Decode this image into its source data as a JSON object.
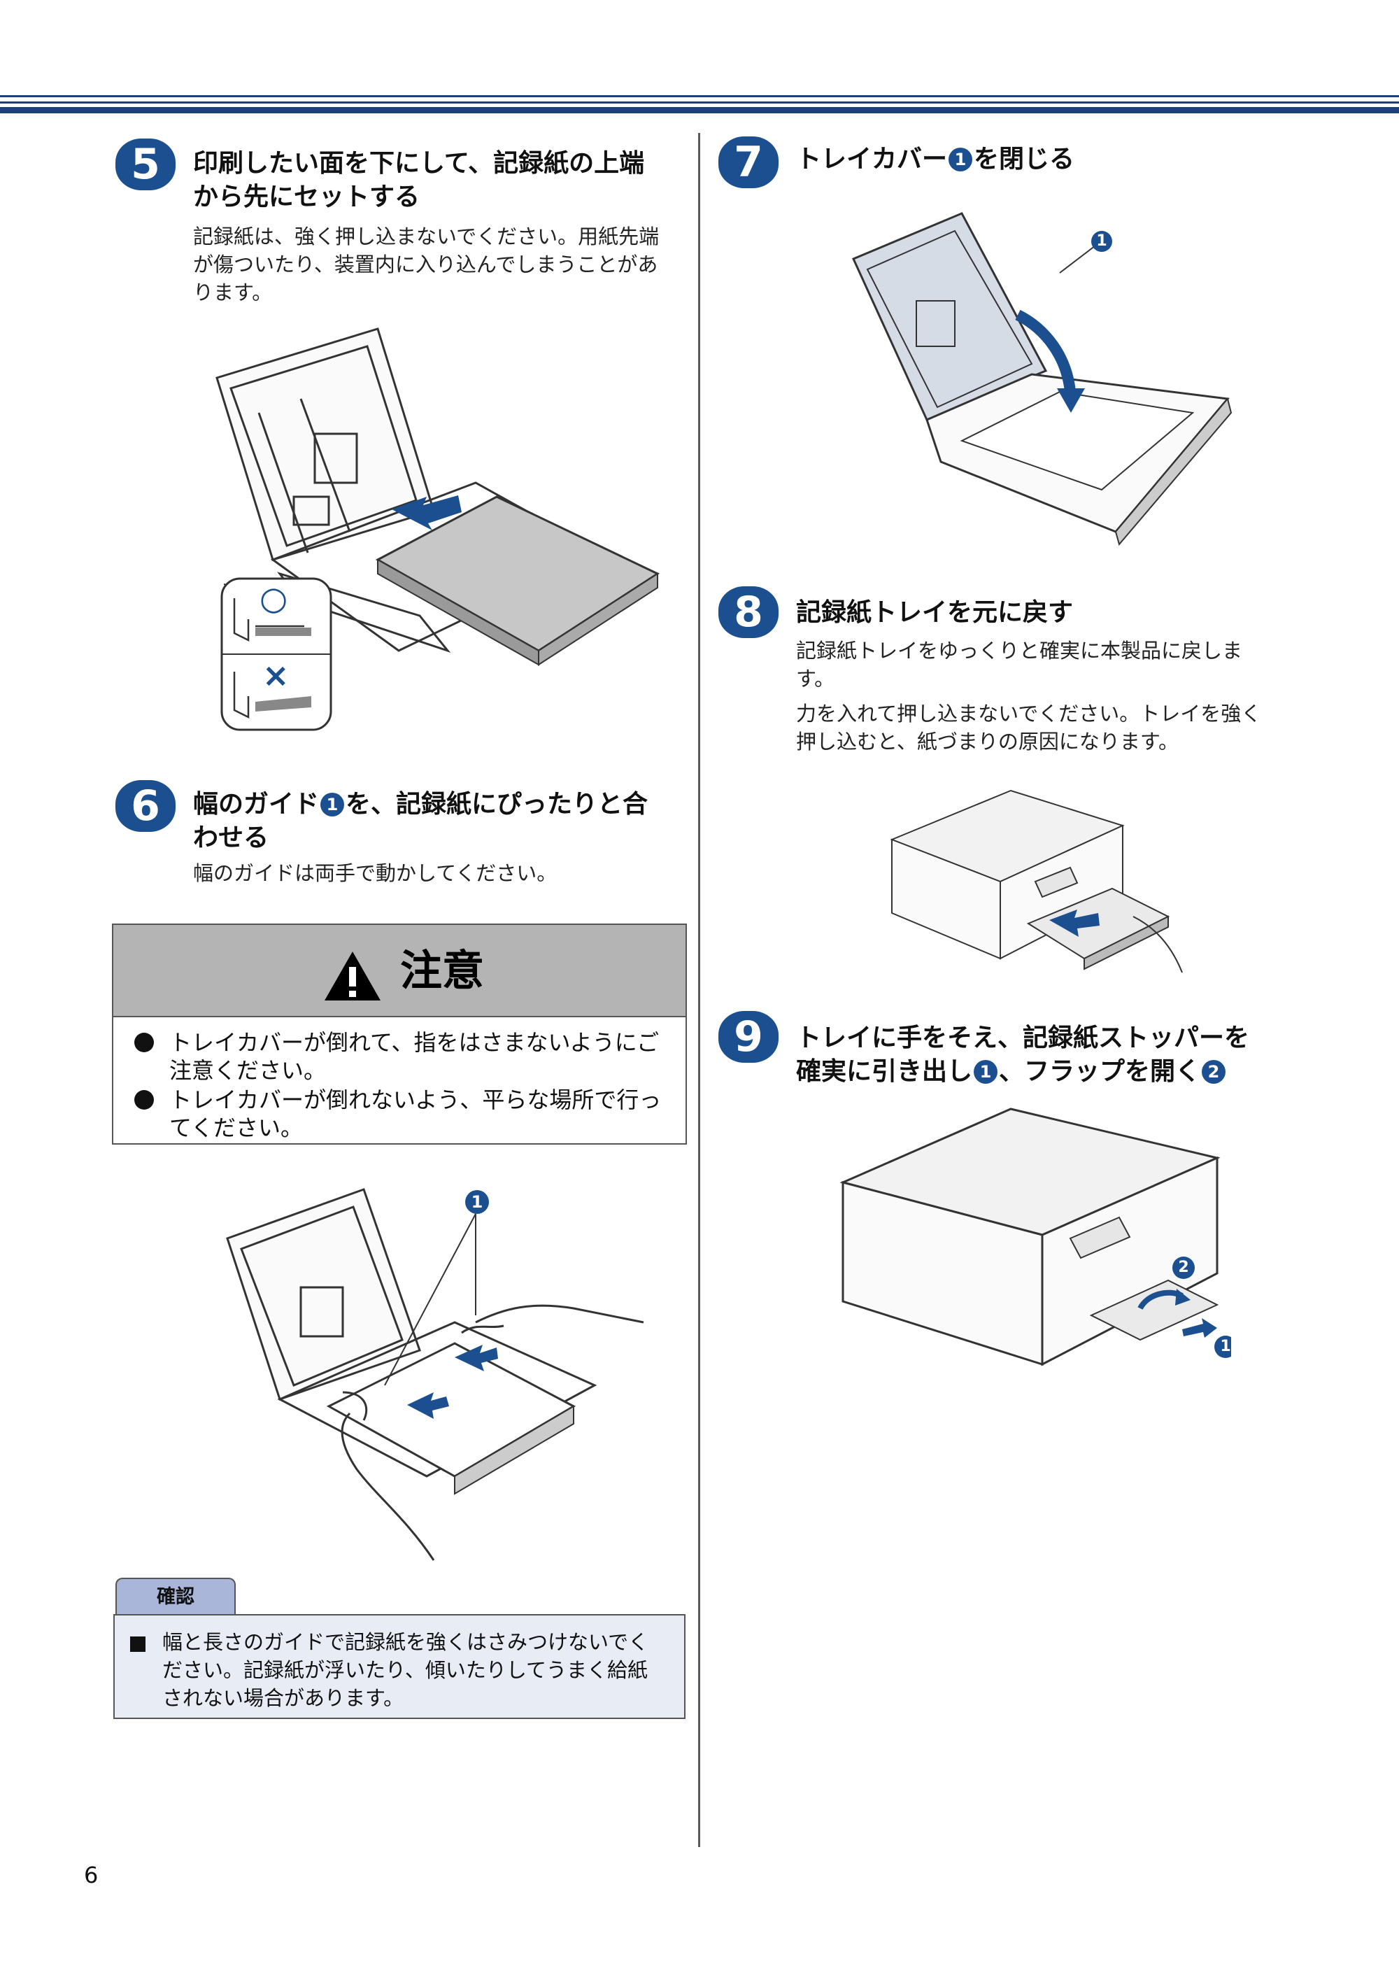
{
  "steps": {
    "s5": {
      "number": "5",
      "title_l1": "印刷したい面を下にして、記録紙の上端",
      "title_l2": "から先にセットする",
      "body_l1": "記録紙は、強く押し込まないでください。用紙先端",
      "body_l2": "が傷ついたり、装置内に入り込んでしまうことがあ",
      "body_l3": "ります。",
      "ok_mark": "○",
      "ng_mark": "×"
    },
    "s6": {
      "number": "6",
      "title_a": "幅のガイド",
      "title_num": "1",
      "title_b": "を、記録紙にぴったりと合",
      "title_l2": "わせる",
      "body": "幅のガイドは両手で動かしてください。",
      "callout": "1"
    },
    "s7": {
      "number": "7",
      "title_a": "トレイカバー",
      "title_num": "1",
      "title_b": "を閉じる",
      "callout": "1"
    },
    "s8": {
      "number": "8",
      "title": "記録紙トレイを元に戻す",
      "body1_l1": "記録紙トレイをゆっくりと確実に本製品に戻しま",
      "body1_l2": "す。",
      "body2_l1": "力を入れて押し込まないでください。トレイを強く",
      "body2_l2": "押し込むと、紙づまりの原因になります。"
    },
    "s9": {
      "number": "9",
      "title_l1": "トレイに手をそえ、記録紙ストッパーを",
      "title_l2a": "確実に引き出し",
      "title_num1": "1",
      "title_l2b": "、フラップを開く",
      "title_num2": "2",
      "callout1": "1",
      "callout2": "2"
    }
  },
  "caution": {
    "title": "注意",
    "items": [
      {
        "l1": "トレイカバーが倒れて、指をはさまないようにご",
        "l2": "注意ください。"
      },
      {
        "l1": "トレイカバーが倒れないよう、平らな場所で行っ",
        "l2": "てください。"
      }
    ]
  },
  "confirm": {
    "label": "確認",
    "l1": "幅と長さのガイドで記録紙を強くはさみつけないでく",
    "l2": "ださい。記録紙が浮いたり、傾いたりしてうまく給紙",
    "l3": "されない場合があります。"
  },
  "page_number": "6",
  "colors": {
    "accent": "#1b4f8f",
    "caution_header": "#b4b4b4",
    "confirm_bg": "#e7ecf5",
    "confirm_tab": "#a9b6d9"
  }
}
